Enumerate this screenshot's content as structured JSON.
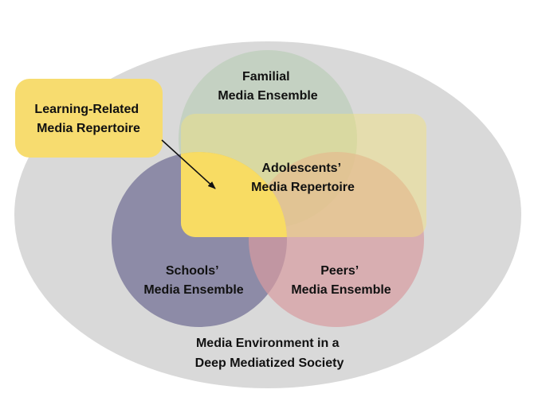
{
  "colors": {
    "environment": "#d9d9d9",
    "familial": "#c9d9c6",
    "schools": "#8c8aa8",
    "peers": "#d9a5a8",
    "adolescents": "#f2e08c",
    "learning": "#f7dc6f",
    "arrow": "#111111"
  },
  "labels": {
    "environment": [
      "Media Environment in a",
      "Deep Mediatized Society"
    ],
    "familial": [
      "Familial",
      "Media Ensemble"
    ],
    "adolescents": [
      "Adolescents’",
      "Media Repertoire"
    ],
    "schools": [
      "Schools’",
      "Media Ensemble"
    ],
    "peers": [
      "Peers’",
      "Media Ensemble"
    ],
    "learning": [
      "Learning-Related",
      "Media Repertoire"
    ]
  }
}
